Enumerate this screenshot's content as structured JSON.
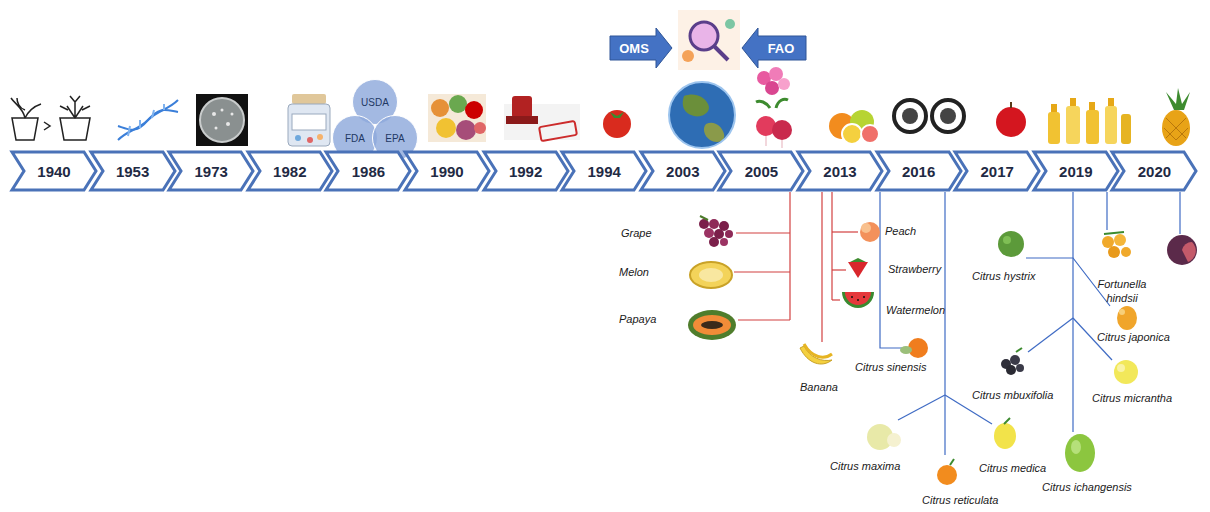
{
  "diagram": {
    "nodes": [
      {
        "text": [
          "OMS"
        ]
      },
      {
        "text": [
          "FAO"
        ]
      },
      {
        "text": [
          "USDA"
        ]
      },
      {
        "text": [
          "FDA"
        ]
      },
      {
        "text": [
          "EPA"
        ]
      },
      {
        "text": [
          "1940"
        ]
      },
      {
        "text": [
          "1953"
        ]
      },
      {
        "text": [
          "1973"
        ]
      },
      {
        "text": [
          "1982"
        ]
      },
      {
        "text": [
          "1986"
        ]
      },
      {
        "text": [
          "1990"
        ]
      },
      {
        "text": [
          "1992"
        ]
      },
      {
        "text": [
          "1994"
        ]
      },
      {
        "text": [
          "2003"
        ]
      },
      {
        "text": [
          "2005"
        ]
      },
      {
        "text": [
          "2013"
        ]
      },
      {
        "text": [
          "2016"
        ]
      },
      {
        "text": [
          "2017"
        ]
      },
      {
        "text": [
          "2019"
        ]
      },
      {
        "text": [
          "2020"
        ]
      }
    ],
    "labels": [
      "Grape",
      "Melon",
      "Papaya",
      "Banana",
      "Peach",
      "Strawberry",
      "Watermelon",
      "Citrus sinensis",
      "Citrus maxima",
      "Citrus reticulata",
      "Citrus medica",
      "Citrus hystrix",
      "Citrus mbuxifolia",
      "Citrus ichangensis",
      "Fortunella hindsii",
      "Citrus japonica",
      "Citrus micrantha"
    ]
  }
}
